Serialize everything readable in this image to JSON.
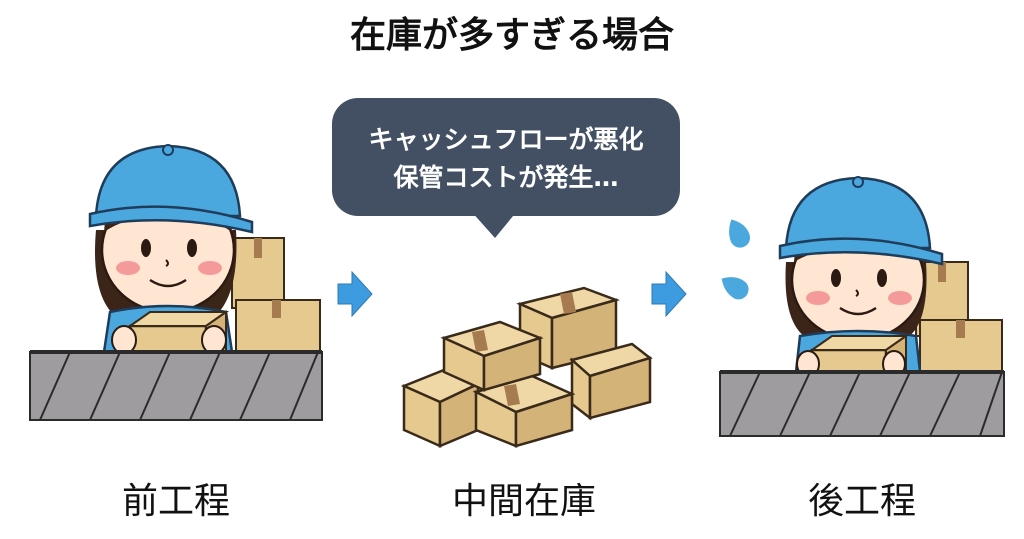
{
  "title": "在庫が多すぎる場合",
  "speech_bubble": {
    "line1": "キャッシュフローが悪化",
    "line2": "保管コストが発生…"
  },
  "labels": {
    "upstream": "前工程",
    "middle": "中間在庫",
    "downstream": "後工程"
  },
  "colors": {
    "bubble": "#435064",
    "cap": "#4AA8DF",
    "arrow": "#3D9BE0",
    "box": "#E5C98F",
    "tape": "#A57B4F",
    "conveyor": "#9E9C9F",
    "skin": "#FFE0C8"
  }
}
